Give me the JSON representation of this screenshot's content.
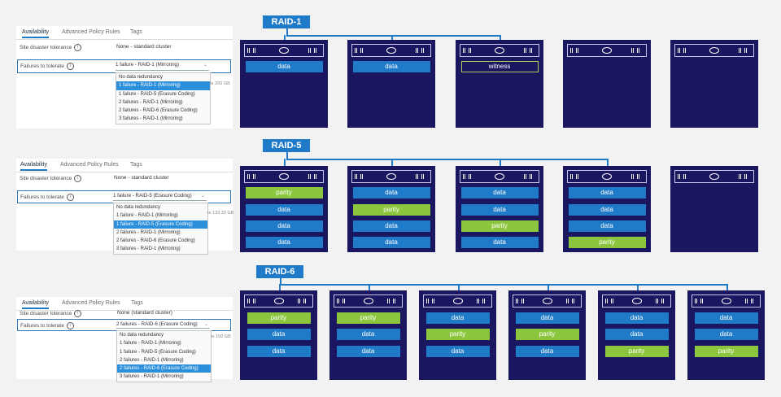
{
  "colors": {
    "host": "#1a1660",
    "data": "#1f7ac7",
    "parity": "#8cc63f",
    "label": "#1f7ac7",
    "witness_border": "#b5c85a",
    "selected": "#2b8fdb"
  },
  "panels": [
    {
      "tabs": [
        "Availability",
        "Advanced Policy Rules",
        "Tags"
      ],
      "site_disaster_label": "Site disaster tolerance",
      "site_disaster_value": "None - standard cluster",
      "ftt_label": "Failures to tolerate",
      "ftt_value": "1 failure - RAID-1 (Mirroring)",
      "options": [
        "No data redundancy",
        "1 failure - RAID-1 (Mirroring)",
        "1 failure - RAID-5 (Erasure Coding)",
        "2 failures - RAID-1 (Mirroring)",
        "2 failures - RAID-6 (Erasure Coding)",
        "3 failures - RAID-1 (Mirroring)"
      ],
      "selected": 1,
      "hint": "te 200 GB"
    },
    {
      "tabs": [
        "Availability",
        "Advanced Policy Rules",
        "Tags"
      ],
      "site_disaster_label": "Site disaster tolerance",
      "site_disaster_value": "None - standard cluster",
      "ftt_label": "Failures to tolerate",
      "ftt_value": "1 failure - RAID-5 (Erasure Coding)",
      "options": [
        "No data redundancy",
        "1 failure - RAID-1 (Mirroring)",
        "1 failure - RAID-5 (Erasure Coding)",
        "2 failures - RAID-1 (Mirroring)",
        "2 failures - RAID-6 (Erasure Coding)",
        "3 failures - RAID-1 (Mirroring)"
      ],
      "selected": 2,
      "hint": "te 133.33 GB"
    },
    {
      "tabs": [
        "Availability",
        "Advanced Policy Rules",
        "Tags"
      ],
      "site_disaster_label": "Site disaster tolerance",
      "site_disaster_value": "None (standard cluster)",
      "ftt_label": "Failures to tolerate",
      "ftt_value": "2 failures - RAID-6 (Erasure Coding)",
      "options": [
        "No data redundancy",
        "1 failure - RAID-1 (Mirroring)",
        "1 failure - RAID-5 (Erasure Coding)",
        "2 failures - RAID-1 (Mirroring)",
        "2 failures - RAID-6 (Erasure Coding)",
        "3 failures - RAID-1 (Mirroring)"
      ],
      "selected": 4,
      "hint": "te 150 GB"
    }
  ],
  "diagrams": [
    {
      "label": "RAID-1",
      "hosts": [
        [
          "data"
        ],
        [
          "data"
        ],
        [
          "witness"
        ],
        [],
        []
      ]
    },
    {
      "label": "RAID-5",
      "hosts": [
        [
          "parity",
          "data",
          "data",
          "data"
        ],
        [
          "data",
          "parity",
          "data",
          "data"
        ],
        [
          "data",
          "data",
          "parity",
          "data"
        ],
        [
          "data",
          "data",
          "data",
          "parity"
        ],
        []
      ]
    },
    {
      "label": "RAID-6",
      "hosts": [
        [
          "parity",
          "data",
          "data"
        ],
        [
          "parity",
          "data",
          "data"
        ],
        [
          "data",
          "parity",
          "data"
        ],
        [
          "data",
          "parity",
          "data"
        ],
        [
          "data",
          "data",
          "parity"
        ],
        [
          "data",
          "data",
          "parity"
        ]
      ]
    }
  ]
}
